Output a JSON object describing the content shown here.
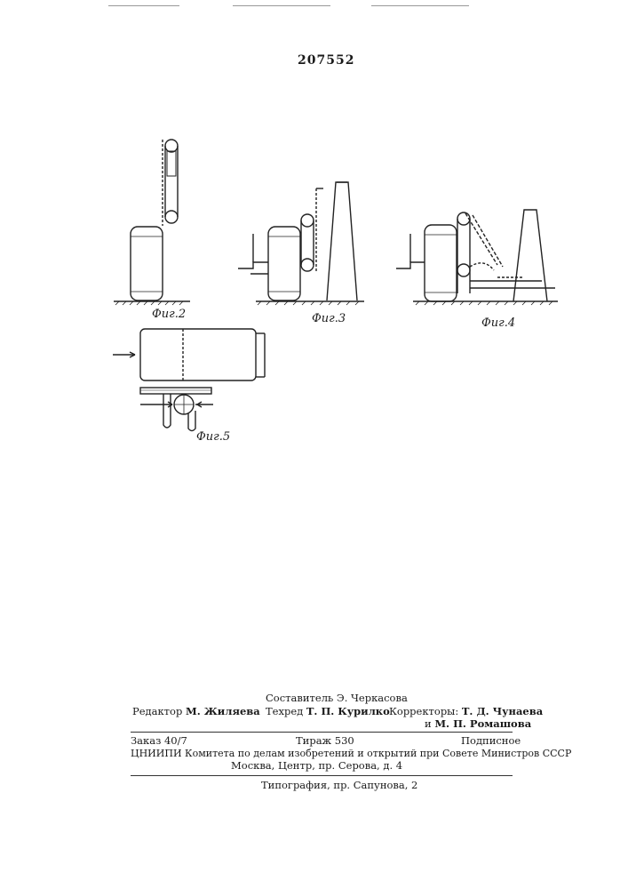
{
  "patent_number": "207552",
  "figures": [
    {
      "caption": "Фиг.2"
    },
    {
      "caption": "Фиг.3"
    },
    {
      "caption": "Фиг.4"
    },
    {
      "caption": "Фиг.5"
    }
  ],
  "footer": {
    "compiler": "Составитель Э. Черкасова",
    "editor_label": "Редактор",
    "editor_name": "М. Жиляева",
    "techred_label": "Техред",
    "techred_name": "Т. П. Курилко",
    "correctors_label": "Корректоры:",
    "corrector1": "Т. Д. Чунаева",
    "corrector2_prefix": "и",
    "corrector2": "М. П. Ромашова",
    "order": "Заказ 40/7",
    "print_run": "Тираж 530",
    "subscription": "Подписное",
    "institute": "ЦНИИПИ Комитета по делам изобретений и открытий при Совете Министров СССР",
    "address": "Москва, Центр, пр. Серова, д. 4",
    "typography": "Типография, пр. Сапунова, 2"
  }
}
